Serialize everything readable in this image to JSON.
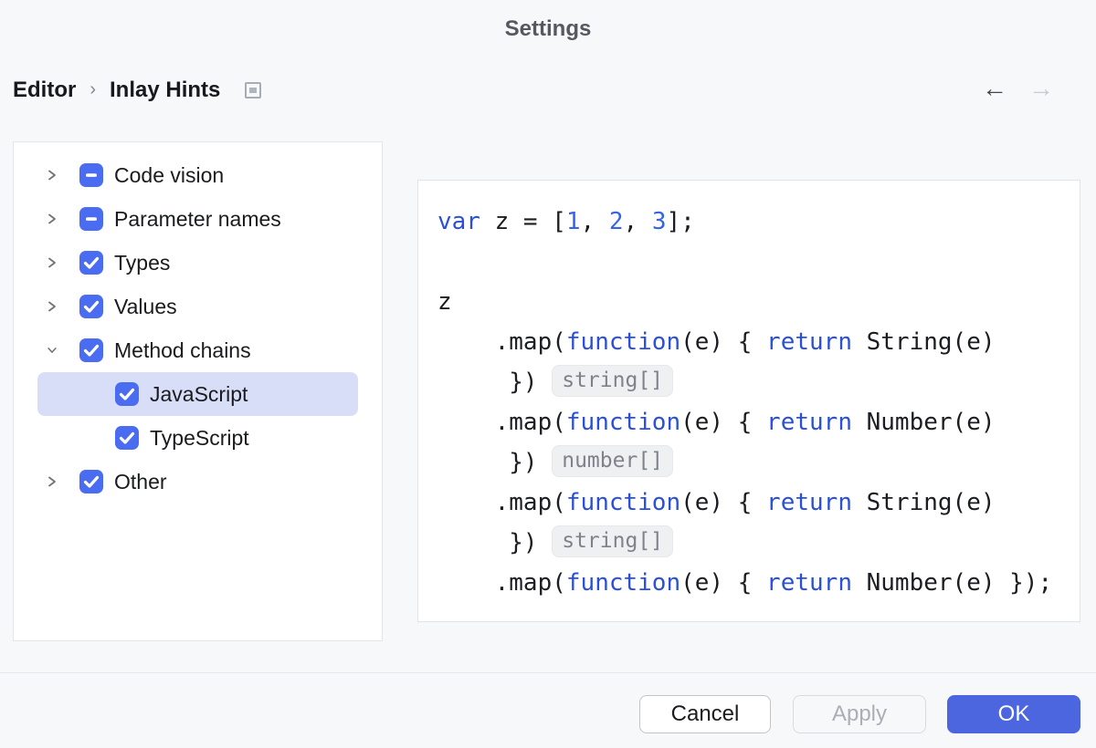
{
  "dialog": {
    "title": "Settings"
  },
  "breadcrumb": {
    "editor": "Editor",
    "separator": "›",
    "current": "Inlay Hints"
  },
  "nav": {
    "back": "←",
    "forward": "→"
  },
  "tree": {
    "items": [
      {
        "label": "Code vision",
        "state": "indeterminate",
        "chevron": "collapsed",
        "level": 0,
        "selected": false
      },
      {
        "label": "Parameter names",
        "state": "indeterminate",
        "chevron": "collapsed",
        "level": 0,
        "selected": false
      },
      {
        "label": "Types",
        "state": "checked",
        "chevron": "collapsed",
        "level": 0,
        "selected": false
      },
      {
        "label": "Values",
        "state": "checked",
        "chevron": "collapsed",
        "level": 0,
        "selected": false
      },
      {
        "label": "Method chains",
        "state": "checked",
        "chevron": "expanded",
        "level": 0,
        "selected": false
      },
      {
        "label": "JavaScript",
        "state": "checked",
        "chevron": "none",
        "level": 1,
        "selected": true
      },
      {
        "label": "TypeScript",
        "state": "checked",
        "chevron": "none",
        "level": 1,
        "selected": false
      },
      {
        "label": "Other",
        "state": "checked",
        "chevron": "collapsed",
        "level": 0,
        "selected": false
      }
    ]
  },
  "preview": {
    "lines": [
      {
        "tokens": [
          {
            "c": "kw",
            "t": "var"
          },
          {
            "c": "pl",
            "t": " z = ["
          },
          {
            "c": "num",
            "t": "1"
          },
          {
            "c": "pl",
            "t": ", "
          },
          {
            "c": "num",
            "t": "2"
          },
          {
            "c": "pl",
            "t": ", "
          },
          {
            "c": "num",
            "t": "3"
          },
          {
            "c": "pl",
            "t": "];"
          }
        ]
      },
      {
        "tokens": []
      },
      {
        "tokens": [
          {
            "c": "pl",
            "t": "z"
          }
        ]
      },
      {
        "tokens": [
          {
            "c": "pl",
            "t": "    .map("
          },
          {
            "c": "kw",
            "t": "function"
          },
          {
            "c": "pl",
            "t": "(e) { "
          },
          {
            "c": "kw",
            "t": "return"
          },
          {
            "c": "pl",
            "t": " String(e)"
          }
        ]
      },
      {
        "tokens": [
          {
            "c": "pl",
            "t": "     }) "
          },
          {
            "c": "hint",
            "t": "string[]"
          }
        ]
      },
      {
        "tokens": [
          {
            "c": "pl",
            "t": "    .map("
          },
          {
            "c": "kw",
            "t": "function"
          },
          {
            "c": "pl",
            "t": "(e) { "
          },
          {
            "c": "kw",
            "t": "return"
          },
          {
            "c": "pl",
            "t": " Number(e)"
          }
        ]
      },
      {
        "tokens": [
          {
            "c": "pl",
            "t": "     }) "
          },
          {
            "c": "hint",
            "t": "number[]"
          }
        ]
      },
      {
        "tokens": [
          {
            "c": "pl",
            "t": "    .map("
          },
          {
            "c": "kw",
            "t": "function"
          },
          {
            "c": "pl",
            "t": "(e) { "
          },
          {
            "c": "kw",
            "t": "return"
          },
          {
            "c": "pl",
            "t": " String(e)"
          }
        ]
      },
      {
        "tokens": [
          {
            "c": "pl",
            "t": "     }) "
          },
          {
            "c": "hint",
            "t": "string[]"
          }
        ]
      },
      {
        "tokens": [
          {
            "c": "pl",
            "t": "    .map("
          },
          {
            "c": "kw",
            "t": "function"
          },
          {
            "c": "pl",
            "t": "(e) { "
          },
          {
            "c": "kw",
            "t": "return"
          },
          {
            "c": "pl",
            "t": " Number(e) });"
          }
        ]
      }
    ]
  },
  "footer": {
    "cancel_label": "Cancel",
    "apply_label": "Apply",
    "ok_label": "OK"
  },
  "colors": {
    "page_background": "#f7f8fa",
    "panel_background": "#ffffff",
    "panel_border": "#e4e5e9",
    "checkbox_accent": "#4a6cf0",
    "selection_background": "#d8def8",
    "keyword_blue": "#2b4fd7",
    "number_blue": "#3465e6",
    "hint_badge_background": "#eff0f2",
    "hint_text": "#7e828a",
    "primary_button": "#4b66df",
    "title_gray": "#55585e"
  }
}
